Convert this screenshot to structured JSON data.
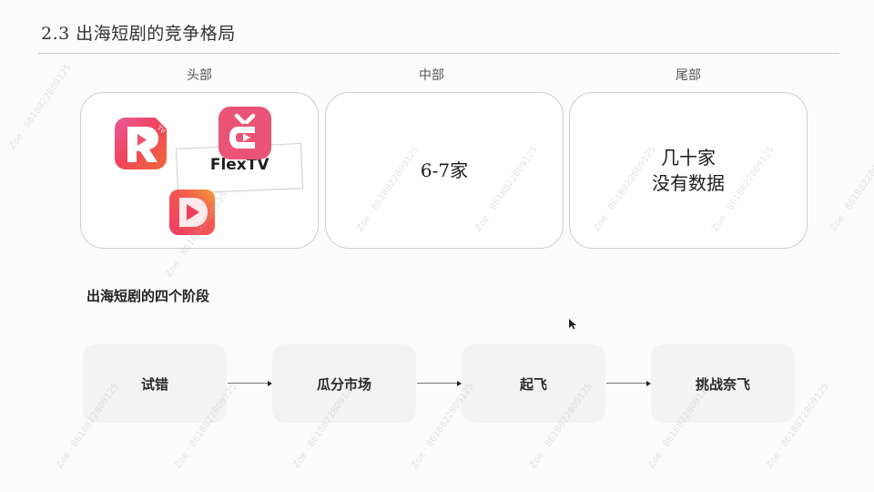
{
  "slide": {
    "title": "2.3 出海短剧的竞争格局",
    "tiers": [
      {
        "label": "头部",
        "content_type": "logos",
        "logos": [
          {
            "name": "ReelShort",
            "icon": "reel-r-play-icon"
          },
          {
            "name": "FlexTV",
            "icon": "flextv-tv-icon",
            "text": "FlexTV"
          },
          {
            "name": "DramaBox",
            "icon": "play-d-icon"
          }
        ]
      },
      {
        "label": "中部",
        "text_lines": [
          "6-7家"
        ]
      },
      {
        "label": "尾部",
        "text_lines": [
          "几十家",
          "没有数据"
        ]
      }
    ],
    "stages_title": "出海短剧的四个阶段",
    "stages": [
      {
        "label": "试错"
      },
      {
        "label": "瓜分市场"
      },
      {
        "label": "起飞"
      },
      {
        "label": "挑战奈飞"
      }
    ],
    "watermark": "Zoe · 8618822809125",
    "colors": {
      "reel_gradient": [
        "#e85a9b",
        "#f1445a",
        "#f06a3a"
      ],
      "flextv_pink": "#ea5477",
      "play_gradient": [
        "#ee3d66",
        "#f39a3a"
      ],
      "stage_bg": "#f3f3f3",
      "card_border": "#cfcfcf"
    }
  }
}
